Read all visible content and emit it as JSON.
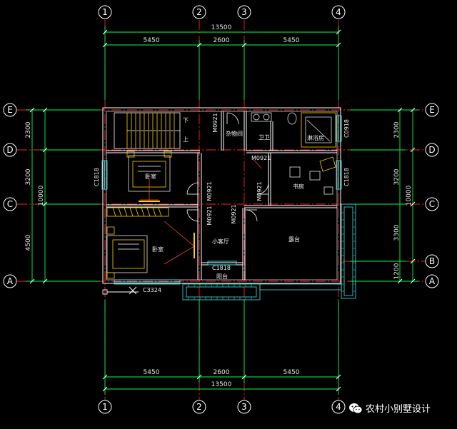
{
  "axes": {
    "vertical": [
      "1",
      "2",
      "3",
      "4"
    ],
    "horizontal": [
      "E",
      "D",
      "C",
      "B",
      "A"
    ]
  },
  "dims": {
    "top_total": "13500",
    "top_parts": [
      "5450",
      "2600",
      "5450"
    ],
    "bottom_parts": [
      "5450",
      "2600",
      "5450"
    ],
    "bottom_total": "13500",
    "left_parts": [
      "2300",
      "3200",
      "4500"
    ],
    "left_total": "10000",
    "right_parts": [
      "2300",
      "3200",
      "3300",
      "1200"
    ],
    "right_total": "10000"
  },
  "rooms": {
    "stair_down": "下",
    "stair_up": "上",
    "storage": "杂物间",
    "bath": "卫卫",
    "shower": "淋浴房",
    "bedroom1": "卧室",
    "bedroom2": "卧室",
    "study": "书房",
    "small_living": "小客厅",
    "terrace": "露台",
    "balcony": "阳台"
  },
  "openings": {
    "d1": "M0921",
    "d2": "M0921",
    "d3": "M0921",
    "d4": "M0921",
    "d5": "M0921",
    "d6": "M0921",
    "w1": "C1818",
    "w2": "C1818",
    "w3": "C1818",
    "w4": "C0918",
    "w5": "C3324"
  },
  "watermark": {
    "text": "农村小别墅设计"
  },
  "colors": {
    "axis": "#ff2020",
    "dimension": "#00ff44",
    "wall": "#ffffff",
    "window": "#40e0e0",
    "furniture": "#ffd000"
  }
}
